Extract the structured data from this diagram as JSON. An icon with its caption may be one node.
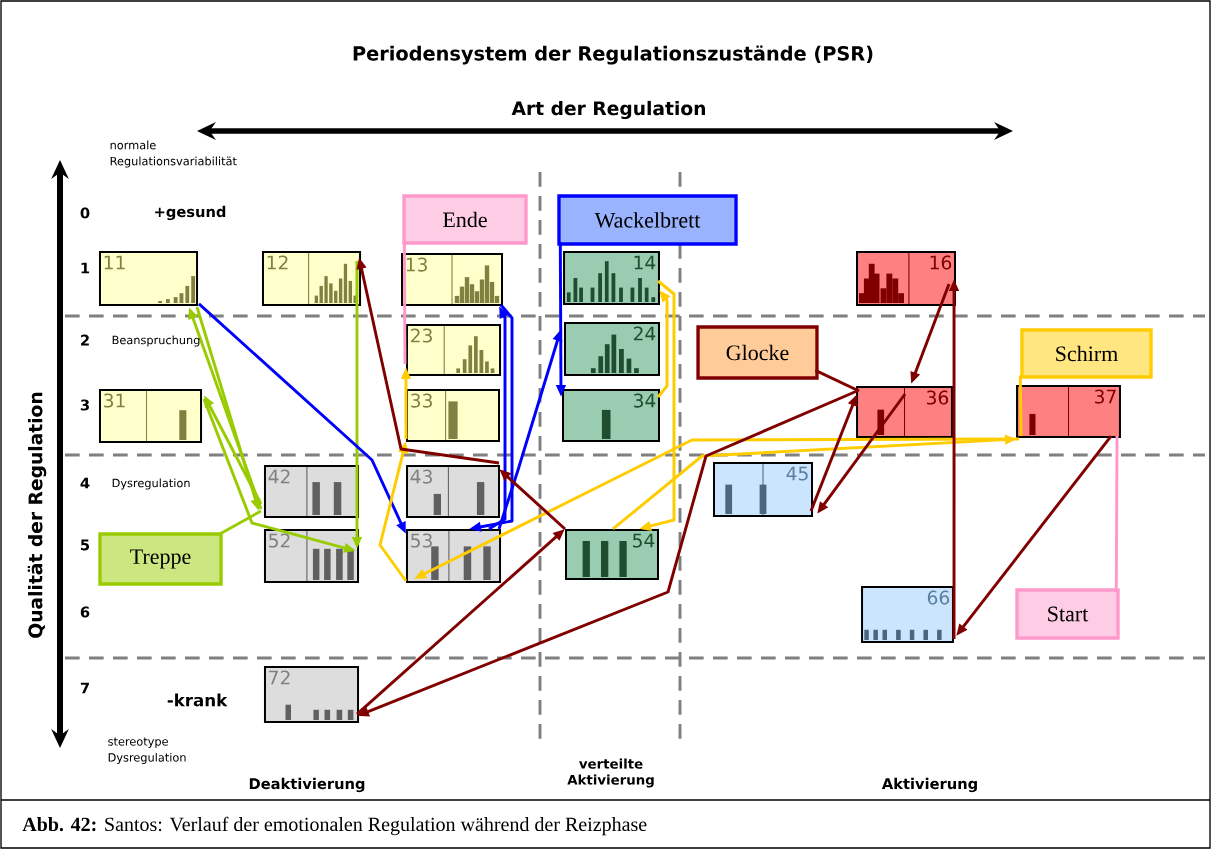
{
  "diagram": {
    "title": "Periodensystem der Regulationszustände (PSR)",
    "caption": "**Abb. 42:** Santos: Verlauf der emotionalen Regulation während der Reizphase",
    "nodes": [
      {
        "text": [
          "Ende"
        ]
      },
      {
        "text": [
          "Wackelbrett"
        ]
      },
      {
        "text": [
          "11"
        ]
      },
      {
        "text": [
          "12"
        ]
      },
      {
        "text": [
          "13"
        ]
      },
      {
        "text": [
          "14"
        ]
      },
      {
        "text": [
          "16"
        ]
      },
      {
        "text": [
          "23"
        ]
      },
      {
        "text": [
          "24"
        ]
      },
      {
        "text": [
          "Glocke"
        ]
      },
      {
        "text": [
          "Schirm"
        ]
      },
      {
        "text": [
          "31"
        ]
      },
      {
        "text": [
          "33"
        ]
      },
      {
        "text": [
          "34"
        ]
      },
      {
        "text": [
          "36"
        ]
      },
      {
        "text": [
          "37"
        ]
      },
      {
        "text": [
          "42"
        ]
      },
      {
        "text": [
          "43"
        ]
      },
      {
        "text": [
          "45"
        ]
      },
      {
        "text": [
          "52"
        ]
      },
      {
        "text": [
          "53"
        ]
      },
      {
        "text": [
          "54"
        ]
      },
      {
        "text": [
          "Treppe"
        ]
      },
      {
        "text": [
          "Start"
        ]
      },
      {
        "text": [
          "66"
        ]
      },
      {
        "text": [
          "72"
        ]
      }
    ],
    "edges": [
      {
        "from": 16,
        "to": 2,
        "arrow": "to",
        "color": "#99cc00"
      },
      {
        "from": 2,
        "to": 16,
        "arrow": "to",
        "color": "#99cc00"
      },
      {
        "from": 16,
        "to": 11,
        "arrow": "to",
        "color": "#99cc00"
      },
      {
        "from": 11,
        "to": 19,
        "arrow": "to",
        "color": "#99cc00"
      },
      {
        "from": 3,
        "to": 19,
        "arrow": "to",
        "color": "#99cc00"
      },
      {
        "from": 22,
        "to": 16,
        "arrow": "none",
        "color": "#99cc00"
      },
      {
        "from": 2,
        "to": 20,
        "arrow": "to",
        "color": "#0000ff"
      },
      {
        "from": 20,
        "to": 4,
        "arrow": "to",
        "color": "#0000ff"
      },
      {
        "from": 4,
        "to": 20,
        "arrow": "to",
        "color": "#0000ff"
      },
      {
        "from": 20,
        "to": 8,
        "arrow": "to",
        "color": "#0000ff"
      },
      {
        "from": 1,
        "to": 13,
        "arrow": "to",
        "color": "#0000ff"
      },
      {
        "from": 15,
        "to": 20,
        "arrow": "to",
        "color": "#ffcc00"
      },
      {
        "from": 20,
        "to": 12,
        "arrow": "to",
        "color": "#ffcc00"
      },
      {
        "from": 12,
        "to": 7,
        "arrow": "to",
        "color": "#ffcc00"
      },
      {
        "from": 13,
        "to": 5,
        "arrow": "to",
        "color": "#ffcc00"
      },
      {
        "from": 5,
        "to": 21,
        "arrow": "to",
        "color": "#ffcc00"
      },
      {
        "from": 21,
        "to": 15,
        "arrow": "to",
        "color": "#ffcc00"
      },
      {
        "from": 10,
        "to": 15,
        "arrow": "none",
        "color": "#ffcc00"
      },
      {
        "from": 9,
        "to": 14,
        "arrow": "none",
        "color": "#800000"
      },
      {
        "from": 15,
        "to": 24,
        "arrow": "to",
        "color": "#800000"
      },
      {
        "from": 24,
        "to": 6,
        "arrow": "to",
        "color": "#800000"
      },
      {
        "from": 6,
        "to": 14,
        "arrow": "to",
        "color": "#800000"
      },
      {
        "from": 14,
        "to": 18,
        "arrow": "to",
        "color": "#800000"
      },
      {
        "from": 18,
        "to": 14,
        "arrow": "to",
        "color": "#800000"
      },
      {
        "from": 14,
        "to": 25,
        "arrow": "to",
        "color": "#800000"
      },
      {
        "from": 25,
        "to": 21,
        "arrow": "to",
        "color": "#800000"
      },
      {
        "from": 21,
        "to": 17,
        "arrow": "to",
        "color": "#800000"
      },
      {
        "from": 17,
        "to": 3,
        "arrow": "to",
        "color": "#800000"
      },
      {
        "from": 0,
        "to": 7,
        "arrow": "none",
        "color": "#ff99cc"
      },
      {
        "from": 23,
        "to": 15,
        "arrow": "none",
        "color": "#ff99cc"
      }
    ],
    "labels": [
      "Art der Regulation",
      "normale Regulationsvariabilität",
      "Qualität der Regulation",
      "0",
      "+gesund",
      "1",
      "2",
      "Beanspruchung",
      "3",
      "4",
      "Dysregulation",
      "5",
      "6",
      "7",
      "-krank",
      "stereotype Dysregulation",
      "Deaktivierung",
      "verteilte Aktivierung",
      "Aktivierung"
    ]
  }
}
